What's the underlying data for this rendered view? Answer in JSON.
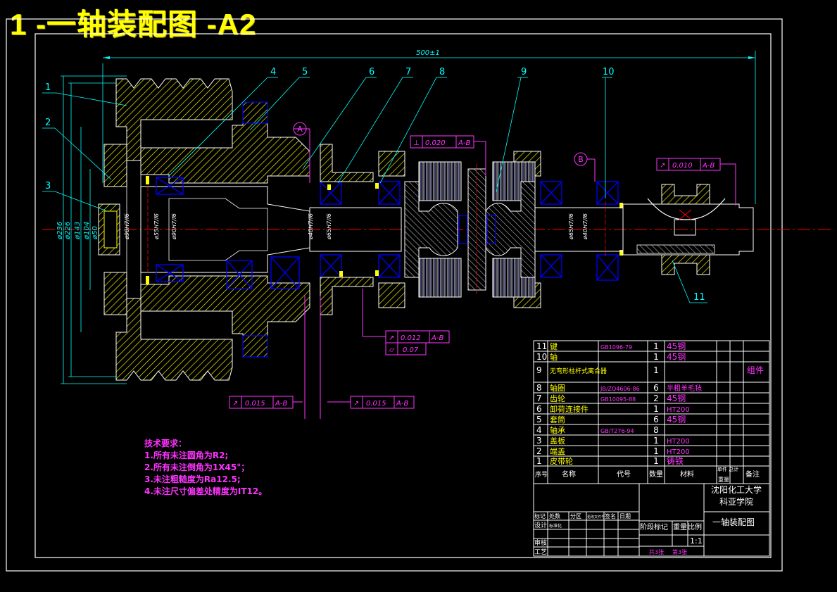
{
  "title": "1 -一轴装配图 -A2",
  "colors": {
    "background": "#000000",
    "frame": "#ffffff",
    "part_outline": "#ffffff",
    "hatch": "#ffff00",
    "bearing": "#0000ff",
    "dimension": "#00ffff",
    "leader": "#00ffff",
    "centerline": "#ff0000",
    "tolerance": "#ff33ff",
    "table_text": "#ff33ff",
    "table_name": "#ffff00"
  },
  "dimensions": {
    "overall_length": "500±1",
    "left_diameters": [
      "ø236",
      "ø226",
      "ø143",
      "ø104",
      "ø50"
    ],
    "fits": [
      "ø90H7/f6",
      "ø55H7/f6",
      "ø90H7/f6",
      "ø40H7/f6",
      "ø65H7/f6",
      "ø65H7/f6",
      "ø40H7/f6"
    ]
  },
  "balloons": [
    "1",
    "2",
    "3",
    "4",
    "5",
    "6",
    "7",
    "8",
    "9",
    "10",
    "11"
  ],
  "datums": [
    "A",
    "B"
  ],
  "tolerances": [
    {
      "symbol": "⊥",
      "value": "0.020",
      "datum": "A-B"
    },
    {
      "symbol": "↗",
      "value": "0.010",
      "datum": "A-B"
    },
    {
      "symbol": "↗",
      "value": "0.012",
      "datum": "A-B"
    },
    {
      "symbol": "⌭",
      "value": "0.07",
      "datum": ""
    },
    {
      "symbol": "↗",
      "value": "0.015",
      "datum": "A-B"
    },
    {
      "symbol": "↗",
      "value": "0.015",
      "datum": "A-B"
    }
  ],
  "technical_requirements": {
    "heading": "技术要求：",
    "items": [
      "1.所有未注圆角为R2;",
      "2.所有未注倒角为1X45°；",
      "3.未注粗糙度为Ra12.5;",
      "4.未注尺寸偏差处精度为IT12。"
    ]
  },
  "bom": {
    "rows": [
      {
        "no": "11",
        "name": "键",
        "code": "GB1096-79",
        "qty": "1",
        "material": "45钢",
        "note": ""
      },
      {
        "no": "10",
        "name": "轴",
        "code": "",
        "qty": "1",
        "material": "45钢",
        "note": ""
      },
      {
        "no": "9",
        "name": "无弯形柱杆式离合器",
        "code": "",
        "qty": "1",
        "material": "",
        "note": "组件"
      },
      {
        "no": "8",
        "name": "轴圈",
        "code": "JB/ZQ4606-86",
        "qty": "6",
        "material": "半粗羊毛毡",
        "note": ""
      },
      {
        "no": "7",
        "name": "齿轮",
        "code": "GB10095-88",
        "qty": "2",
        "material": "45钢",
        "note": ""
      },
      {
        "no": "6",
        "name": "卸荷连接件",
        "code": "",
        "qty": "1",
        "material": "HT200",
        "note": ""
      },
      {
        "no": "5",
        "name": "套筒",
        "code": "",
        "qty": "6",
        "material": "45钢",
        "note": ""
      },
      {
        "no": "4",
        "name": "轴承",
        "code": "GB/T276-94",
        "qty": "8",
        "material": "",
        "note": ""
      },
      {
        "no": "3",
        "name": "盖板",
        "code": "",
        "qty": "1",
        "material": "HT200",
        "note": ""
      },
      {
        "no": "2",
        "name": "端盖",
        "code": "",
        "qty": "1",
        "material": "HT200",
        "note": ""
      },
      {
        "no": "1",
        "name": "皮带轮",
        "code": "",
        "qty": "1",
        "material": "铸铁",
        "note": ""
      }
    ],
    "headers": {
      "no": "序号",
      "name": "名称",
      "code": "代号",
      "qty": "数量",
      "material": "材料",
      "weight_top": "单件 总计",
      "weight_bottom": "重量",
      "note": "备注"
    }
  },
  "title_block": {
    "school_line1": "沈阳化工大学",
    "school_line2": "科亚学院",
    "drawing_name": "一轴装配图",
    "scale_value": "1:1",
    "labels": {
      "mark": "标记",
      "count": "处数",
      "zone": "分区",
      "change_doc": "更改文件号",
      "signature": "签名",
      "date": "日期",
      "design": "设计",
      "standardize": "标准化",
      "review": "审核",
      "process": "工艺",
      "stage_mark": "阶段标记",
      "weight": "重量",
      "scale": "比例",
      "sheets_total": "共3张",
      "sheet_no": "第3张"
    }
  }
}
